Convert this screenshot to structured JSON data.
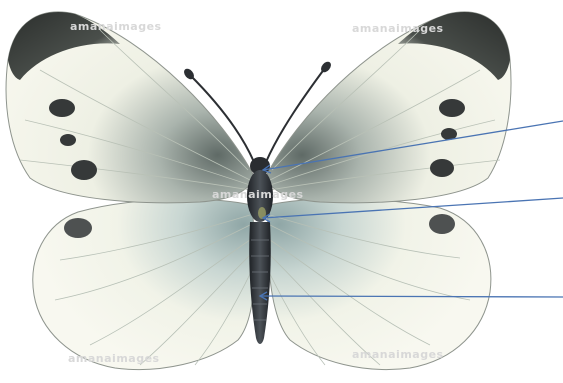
{
  "figure": {
    "subject": "white-butterfly-illustration",
    "watermark_text": "amanaimages",
    "pointer_color": "#4a74b3",
    "pointer_count": 3
  },
  "palette": {
    "wing_base": "#f6f7ec",
    "wing_shadow": "#c9d0c4",
    "wing_dark": "#3a3d3a",
    "body": "#2e3136",
    "spot": "#3c3f40",
    "vein": "#b9c1b6"
  }
}
